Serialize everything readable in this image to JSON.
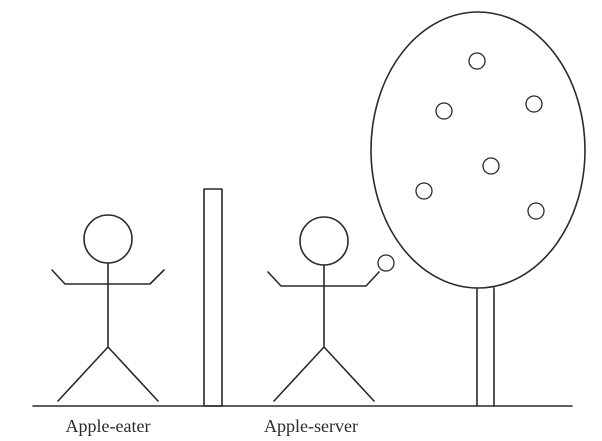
{
  "figures": [
    {
      "id": "eater",
      "label": "Apple-eater"
    },
    {
      "id": "server",
      "label": "Apple-server",
      "holding": "apple"
    }
  ],
  "tree": {
    "apples_on_tree": 6
  },
  "colors": {
    "ink": "#2a2a2a",
    "background": "#ffffff"
  }
}
